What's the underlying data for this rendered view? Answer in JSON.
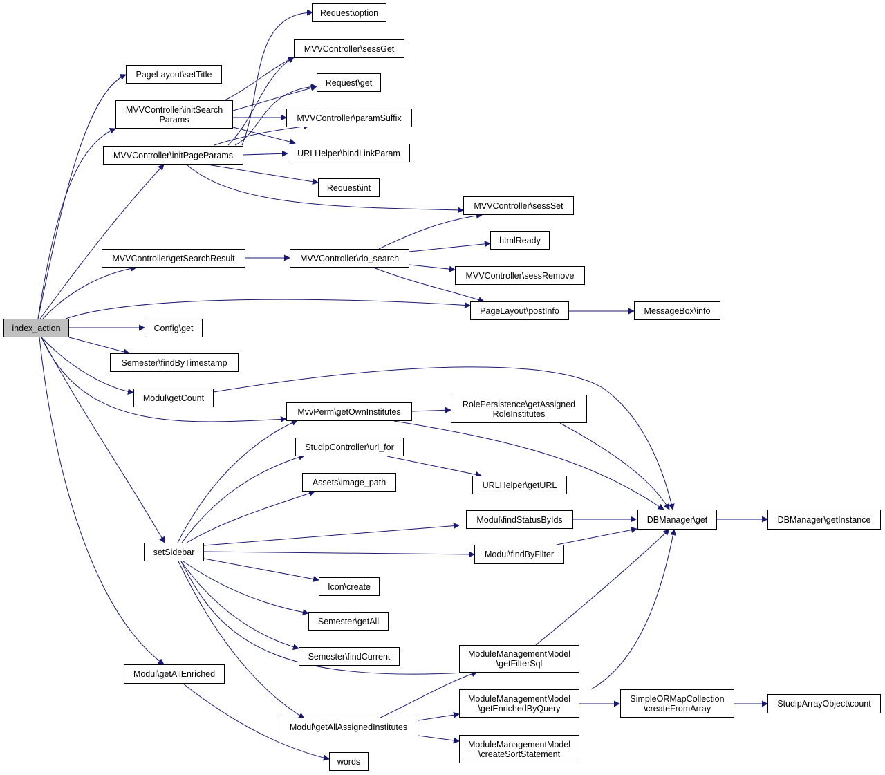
{
  "colors": {
    "edge": "#191970",
    "root_fill": "#bfbfbf",
    "node_fill": "#ffffff",
    "border": "#000000"
  },
  "nodes": {
    "index_action": "index_action",
    "request_option": "Request\\option",
    "mvv_sessget": "MVVController\\sessGet",
    "pagelayout_settitle": "PageLayout\\setTitle",
    "request_get": "Request\\get",
    "mvv_initsearchparams": "MVVController\\initSearch\nParams",
    "mvv_paramsuffix": "MVVController\\paramSuffix",
    "mvv_initpageparams": "MVVController\\initPageParams",
    "urlhelper_bindlinkparam": "URLHelper\\bindLinkParam",
    "request_int": "Request\\int",
    "mvv_sessset": "MVVController\\sessSet",
    "mvv_getsearchresult": "MVVController\\getSearchResult",
    "mvv_do_search": "MVVController\\do_search",
    "htmlready": "htmlReady",
    "mvv_sessremove": "MVVController\\sessRemove",
    "pagelayout_postinfo": "PageLayout\\postInfo",
    "messagebox_info": "MessageBox\\info",
    "config_get": "Config\\get",
    "semester_findbytimestamp": "Semester\\findByTimestamp",
    "modul_getcount": "Modul\\getCount",
    "mvvperm_getowninstitutes": "MvvPerm\\getOwnInstitutes",
    "rolepersistence": "RolePersistence\\getAssigned\nRoleInstitutes",
    "studipcontroller_url_for": "StudipController\\url_for",
    "urlhelper_geturl": "URLHelper\\getURL",
    "assets_image_path": "Assets\\image_path",
    "modul_findstatusbyids": "Modul\\findStatusByIds",
    "dbmanager_get": "DBManager\\get",
    "dbmanager_getinstance": "DBManager\\getInstance",
    "setsidebar": "setSidebar",
    "modul_findbyfilter": "Modul\\findByFilter",
    "icon_create": "Icon\\create",
    "semester_getall": "Semester\\getAll",
    "semester_findcurrent": "Semester\\findCurrent",
    "mmm_getfiltersql": "ModuleManagementModel\n\\getFilterSql",
    "modul_getallenriched": "Modul\\getAllEnriched",
    "mmm_getenrichedbyquery": "ModuleManagementModel\n\\getEnrichedByQuery",
    "simpleormap_createfromarray": "SimpleORMapCollection\n\\createFromArray",
    "studiparrayobject_count": "StudipArrayObject\\count",
    "modul_getallassignedinstitutes": "Modul\\getAllAssignedInstitutes",
    "mmm_createsortstatement": "ModuleManagementModel\n\\createSortStatement",
    "words": "words"
  }
}
